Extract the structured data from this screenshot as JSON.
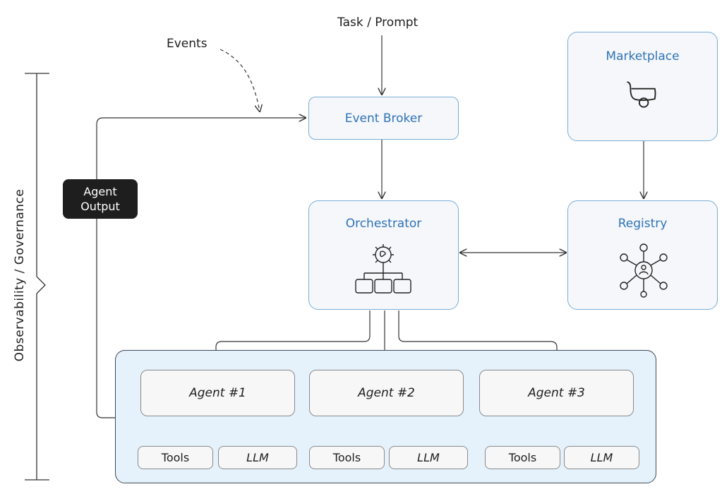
{
  "diagram": {
    "task_prompt": "Task / Prompt",
    "events": "Events",
    "event_broker": "Event Broker",
    "marketplace": "Marketplace",
    "orchestrator": "Orchestrator",
    "registry": "Registry",
    "agent_output_line1": "Agent",
    "agent_output_line2": "Output",
    "observability": "Observability / Governance",
    "agents": [
      {
        "label": "Agent #1",
        "tools": "Tools",
        "llm": "LLM"
      },
      {
        "label": "Agent #2",
        "tools": "Tools",
        "llm": "LLM"
      },
      {
        "label": "Agent #3",
        "tools": "Tools",
        "llm": "LLM"
      }
    ]
  },
  "colors": {
    "accent_blue": "#2f73b8",
    "panel_fill": "#e5f2fc",
    "pill_fill": "#1e1e1e"
  },
  "icons": [
    "shopping-cart-icon",
    "gear-hierarchy-icon",
    "network-node-icon"
  ]
}
